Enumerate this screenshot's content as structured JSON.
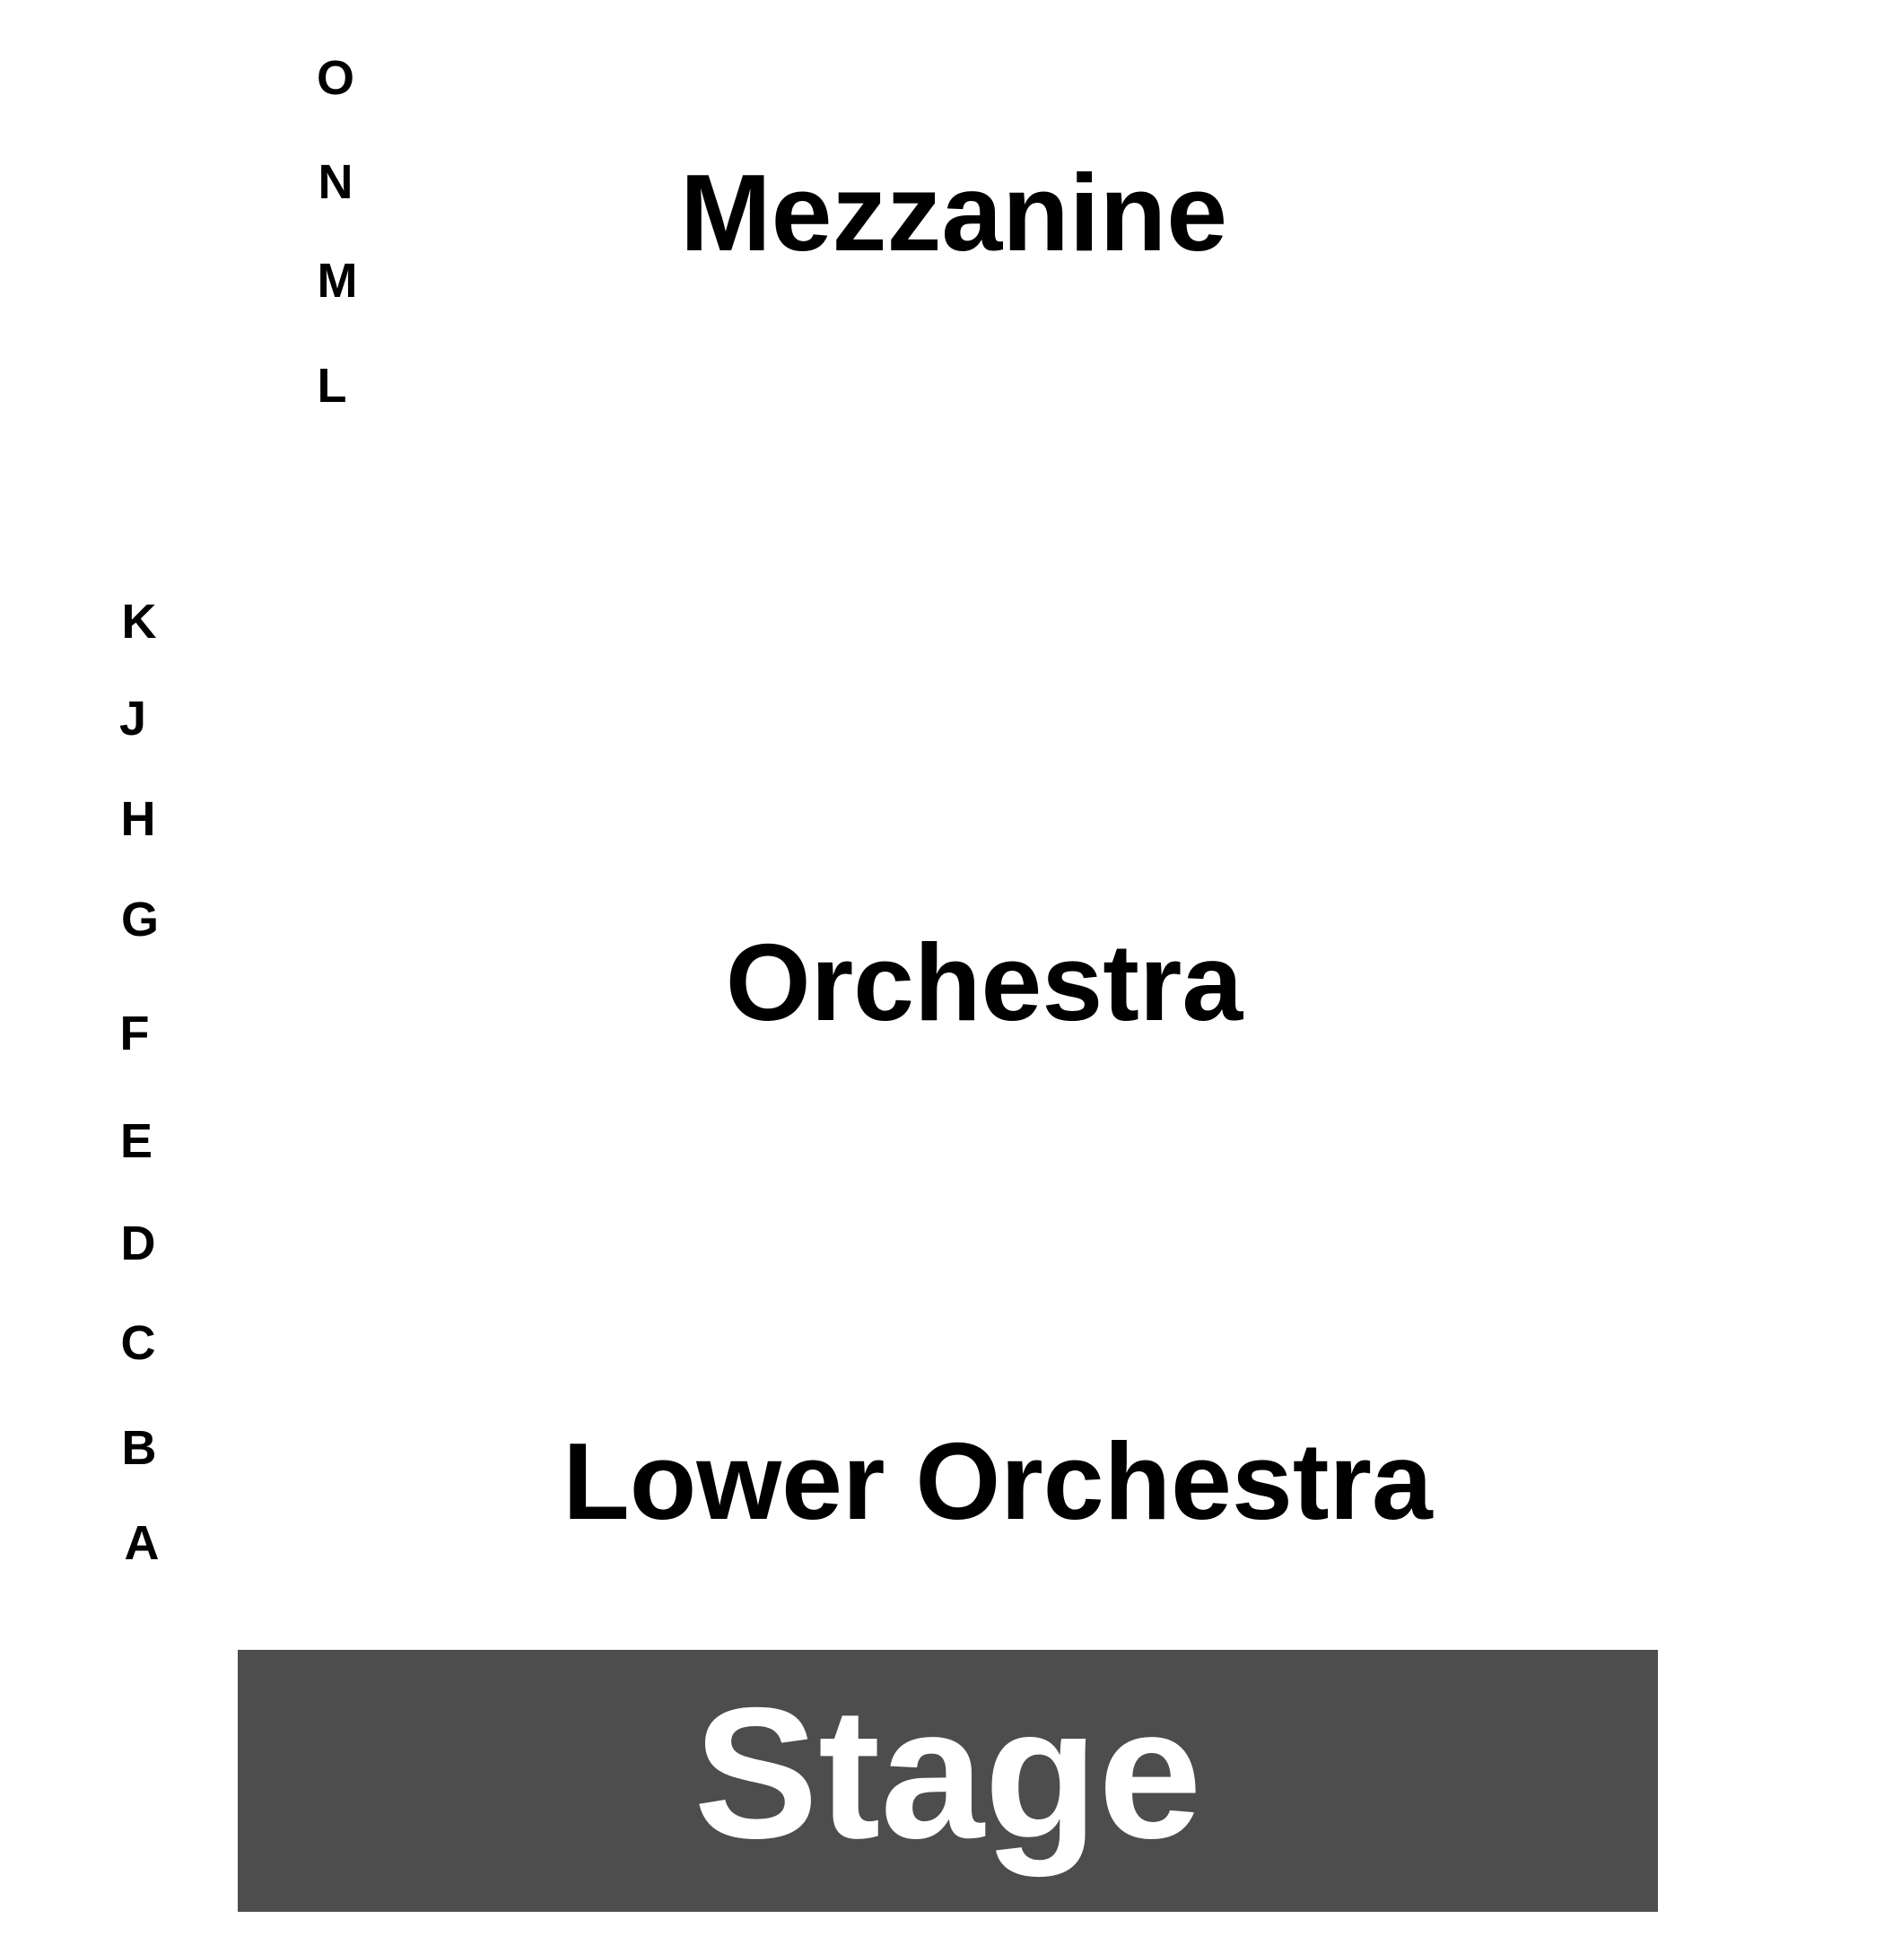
{
  "mezzanine": {
    "title": "Mezzanine",
    "rows": [
      "O",
      "N",
      "M",
      "L"
    ]
  },
  "orchestra": {
    "title": "Orchestra",
    "rows": [
      "K",
      "J",
      "H",
      "G",
      "F",
      "E",
      "D",
      "C",
      "B",
      "A"
    ]
  },
  "lower_orchestra": {
    "title": "Lower Orchestra"
  },
  "stage": {
    "label": "Stage",
    "color": "#4d4d4d"
  }
}
